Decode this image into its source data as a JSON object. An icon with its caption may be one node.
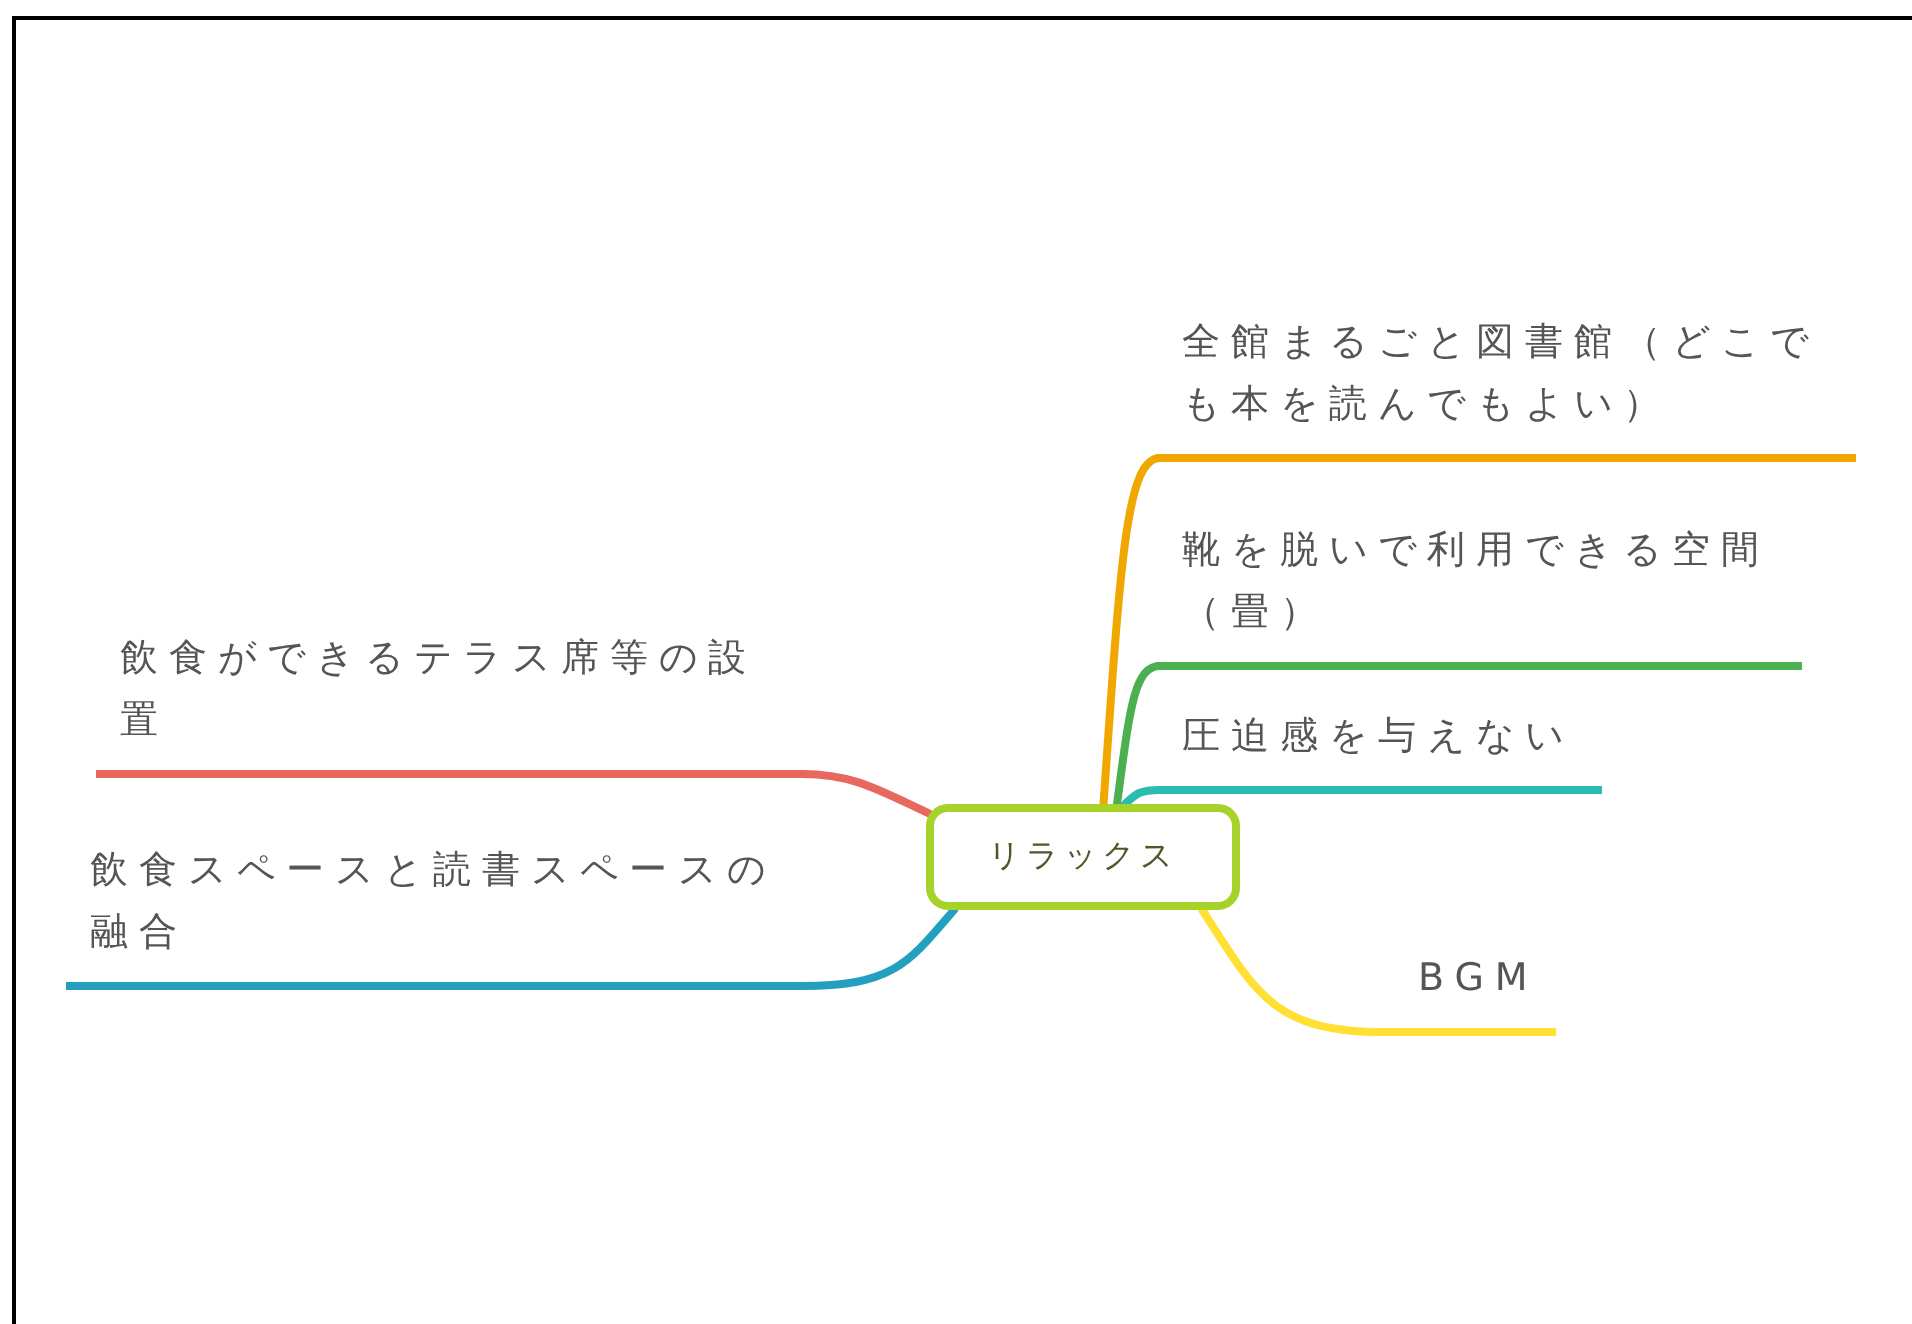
{
  "diagram": {
    "nodes": [
      {
        "text": [
          "リラックス"
        ]
      },
      {
        "text": [
          "全館まるごと図書館（どこでも本を読んでもよい）"
        ]
      },
      {
        "text": [
          "靴を脱いで利用できる空間（畳）"
        ]
      },
      {
        "text": [
          "圧迫感を与えない"
        ]
      },
      {
        "text": [
          "BGM"
        ]
      },
      {
        "text": [
          "飲食ができるテラス席等の設置"
        ]
      },
      {
        "text": [
          "飲食スペースと読書スペースの融合"
        ]
      }
    ],
    "edges": [
      {
        "from": 0,
        "to": 1,
        "arrow": "none",
        "color": "#f0a800"
      },
      {
        "from": 0,
        "to": 2,
        "arrow": "none",
        "color": "#4caf50"
      },
      {
        "from": 0,
        "to": 3,
        "arrow": "none",
        "color": "#2bbcb0"
      },
      {
        "from": 0,
        "to": 4,
        "arrow": "none",
        "color": "#ffe033"
      },
      {
        "from": 0,
        "to": 5,
        "arrow": "none",
        "color": "#e8675f"
      },
      {
        "from": 0,
        "to": 6,
        "arrow": "none",
        "color": "#259fc0"
      }
    ]
  }
}
